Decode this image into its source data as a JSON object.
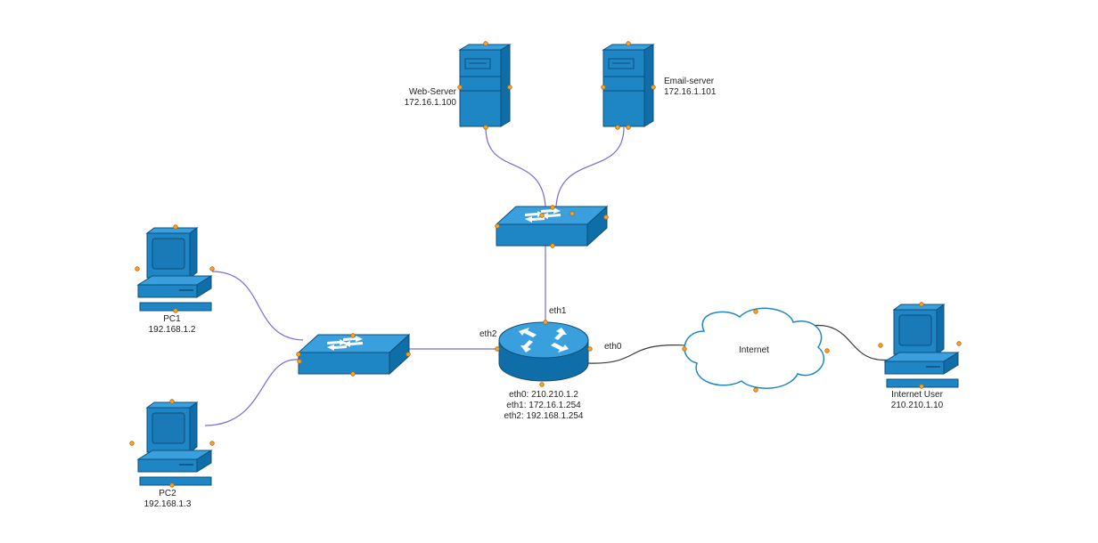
{
  "colors": {
    "device": "#1f86c6",
    "link_lan": "#7b68d8",
    "link_wan": "#3a3a3a",
    "connector": "#f5a623"
  },
  "nodes": {
    "web_server": {
      "name": "Web-Server",
      "ip": "172.16.1.100",
      "icon": "server-icon"
    },
    "email_server": {
      "name": "Email-server",
      "ip": "172.16.1.101",
      "icon": "server-icon"
    },
    "dmz_switch": {
      "icon": "switch-icon"
    },
    "lan_switch": {
      "icon": "switch-icon"
    },
    "router": {
      "icon": "router-icon",
      "interfaces": [
        "eth0: 210.210.1.2",
        "eth1: 172.16.1.254",
        "eth2: 192.168.1.254"
      ]
    },
    "pc1": {
      "name": "PC1",
      "ip": "192.168.1.2",
      "icon": "pc-icon"
    },
    "pc2": {
      "name": "PC2",
      "ip": "192.168.1.3",
      "icon": "pc-icon"
    },
    "internet": {
      "name": "Internet",
      "icon": "cloud-icon"
    },
    "internet_user": {
      "name": "Internet User",
      "ip": "210.210.1.10",
      "icon": "pc-icon"
    }
  },
  "links": {
    "eth0": "eth0",
    "eth1": "eth1",
    "eth2": "eth2"
  }
}
